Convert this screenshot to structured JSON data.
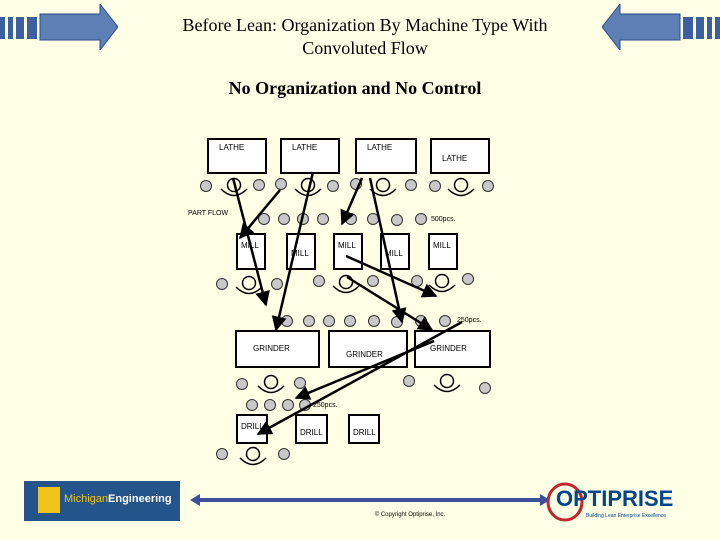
{
  "header": {
    "title": "Before Lean:  Organization By Machine Type With Convoluted Flow",
    "subtitle": "No Organization and No Control"
  },
  "diagram": {
    "lathes": [
      "LATHE",
      "LATHE",
      "LATHE",
      "LATHE"
    ],
    "mills": [
      "MILL",
      "MILL",
      "MILL",
      "MILL",
      "MILL"
    ],
    "grinders": [
      "GRINDER",
      "GRINDER",
      "GRINDER"
    ],
    "drills": [
      "DRILL",
      "DRILL",
      "DRILL"
    ],
    "part_flow_label": "PART FLOW",
    "qty_labels": [
      "500pcs.",
      "250pcs.",
      "250pcs."
    ]
  },
  "footer": {
    "left_logo_prefix": "Michigan",
    "left_logo_bold": "Engineering",
    "copyright": "© Copyright Optiprise, Inc.",
    "right_logo": "OPTIPRISE",
    "tagline": "Building Lean Enterprise Excellence"
  },
  "colors": {
    "background": "#ffffe6",
    "nav_arrow": "#4a6fa5",
    "brand_blue": "#00468c",
    "michigan_blue": "#23558a",
    "michigan_maize": "#f0c419"
  }
}
